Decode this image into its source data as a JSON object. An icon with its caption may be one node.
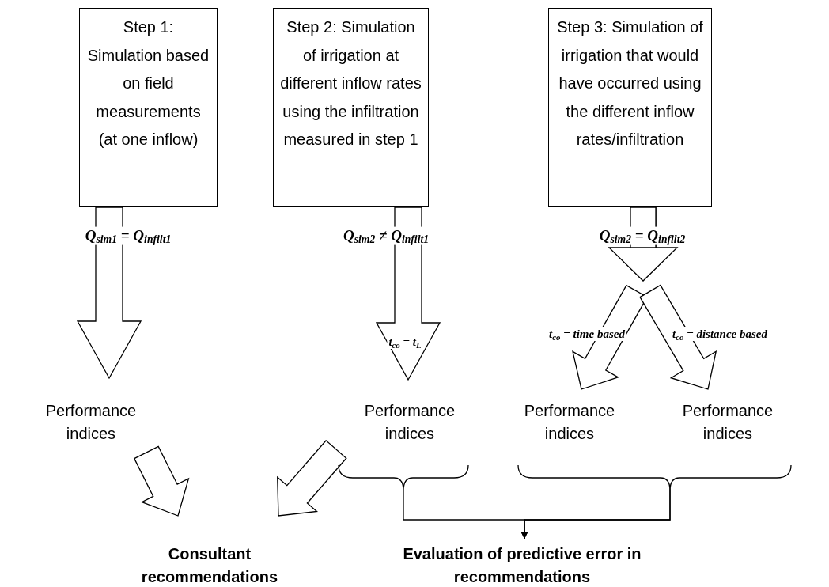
{
  "diagram": {
    "nodes": [
      {
        "text": [
          "Step 1: Simulation based on field measurements (at one inflow)"
        ]
      },
      {
        "text": [
          "Step 2: Simulation of irrigation at different inflow rates using the infiltration measured in step 1"
        ]
      },
      {
        "text": [
          "Step 3: Simulation of irrigation that would have occurred using the different inflow rates/infiltration"
        ]
      },
      {
        "text": [
          "Performance indices"
        ]
      },
      {
        "text": [
          "Performance indices"
        ]
      },
      {
        "text": [
          "Performance indices"
        ]
      },
      {
        "text": [
          "Performance indices"
        ]
      },
      {
        "text": [
          "Consultant recommendations"
        ]
      },
      {
        "text": [
          "Evaluation of predictive error in recommendations"
        ]
      }
    ],
    "edges": [
      {
        "from": 0,
        "to": 3,
        "arrow": "to",
        "label": "Q$_{sim1}$ = Q$_{infilt1}$"
      },
      {
        "from": 1,
        "to": 4,
        "arrow": "to",
        "label": "Q$_{sim2}$ ≠ Q$_{infilt1}$"
      },
      {
        "from": 2,
        "to": 5,
        "arrow": "to",
        "label": "t$_{co}$ = time based"
      },
      {
        "from": 2,
        "to": 6,
        "arrow": "to",
        "label": "t$_{co}$ = distance based"
      },
      {
        "from": 3,
        "to": 7,
        "arrow": "to"
      },
      {
        "from": 4,
        "to": 7,
        "arrow": "to"
      },
      {
        "from": 4,
        "to": 8,
        "arrow": "to"
      },
      {
        "from": 5,
        "to": 8,
        "arrow": "to"
      },
      {
        "from": 6,
        "to": 8,
        "arrow": "to"
      }
    ],
    "labels": [
      "Q$_{sim2}$ = Q$_{infilt2}$",
      "t$_{co}$ = t$_{L}$"
    ]
  }
}
